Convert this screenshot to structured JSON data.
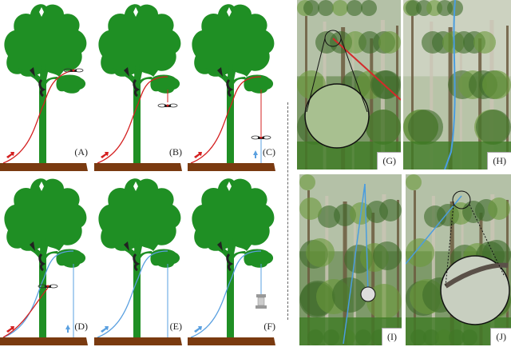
{
  "diagram_panels": [
    {
      "label": "(A)",
      "line": "red",
      "drone": "canopy"
    },
    {
      "label": "(B)",
      "line": "red",
      "drone": "hanging"
    },
    {
      "label": "(C)",
      "line": "red",
      "drone": "ground"
    },
    {
      "label": "(D)",
      "line": "red-blue",
      "drone": "mid"
    },
    {
      "label": "(E)",
      "line": "blue",
      "drone": "none"
    },
    {
      "label": "(F)",
      "line": "blue",
      "drone": "trap"
    }
  ],
  "photo_panels": [
    {
      "label": "(G)",
      "line_color": "#d42a2a"
    },
    {
      "label": "(H)",
      "line_color": "#4a9de0"
    },
    {
      "label": "(I)",
      "line_color": "#4a9de0"
    },
    {
      "label": "(J)",
      "line_color": "#4a9de0"
    }
  ],
  "colors": {
    "canopy": "#1f8f24",
    "ground": "#7a3a10",
    "red_line": "#d42020",
    "blue_line": "#5aa0e0"
  }
}
